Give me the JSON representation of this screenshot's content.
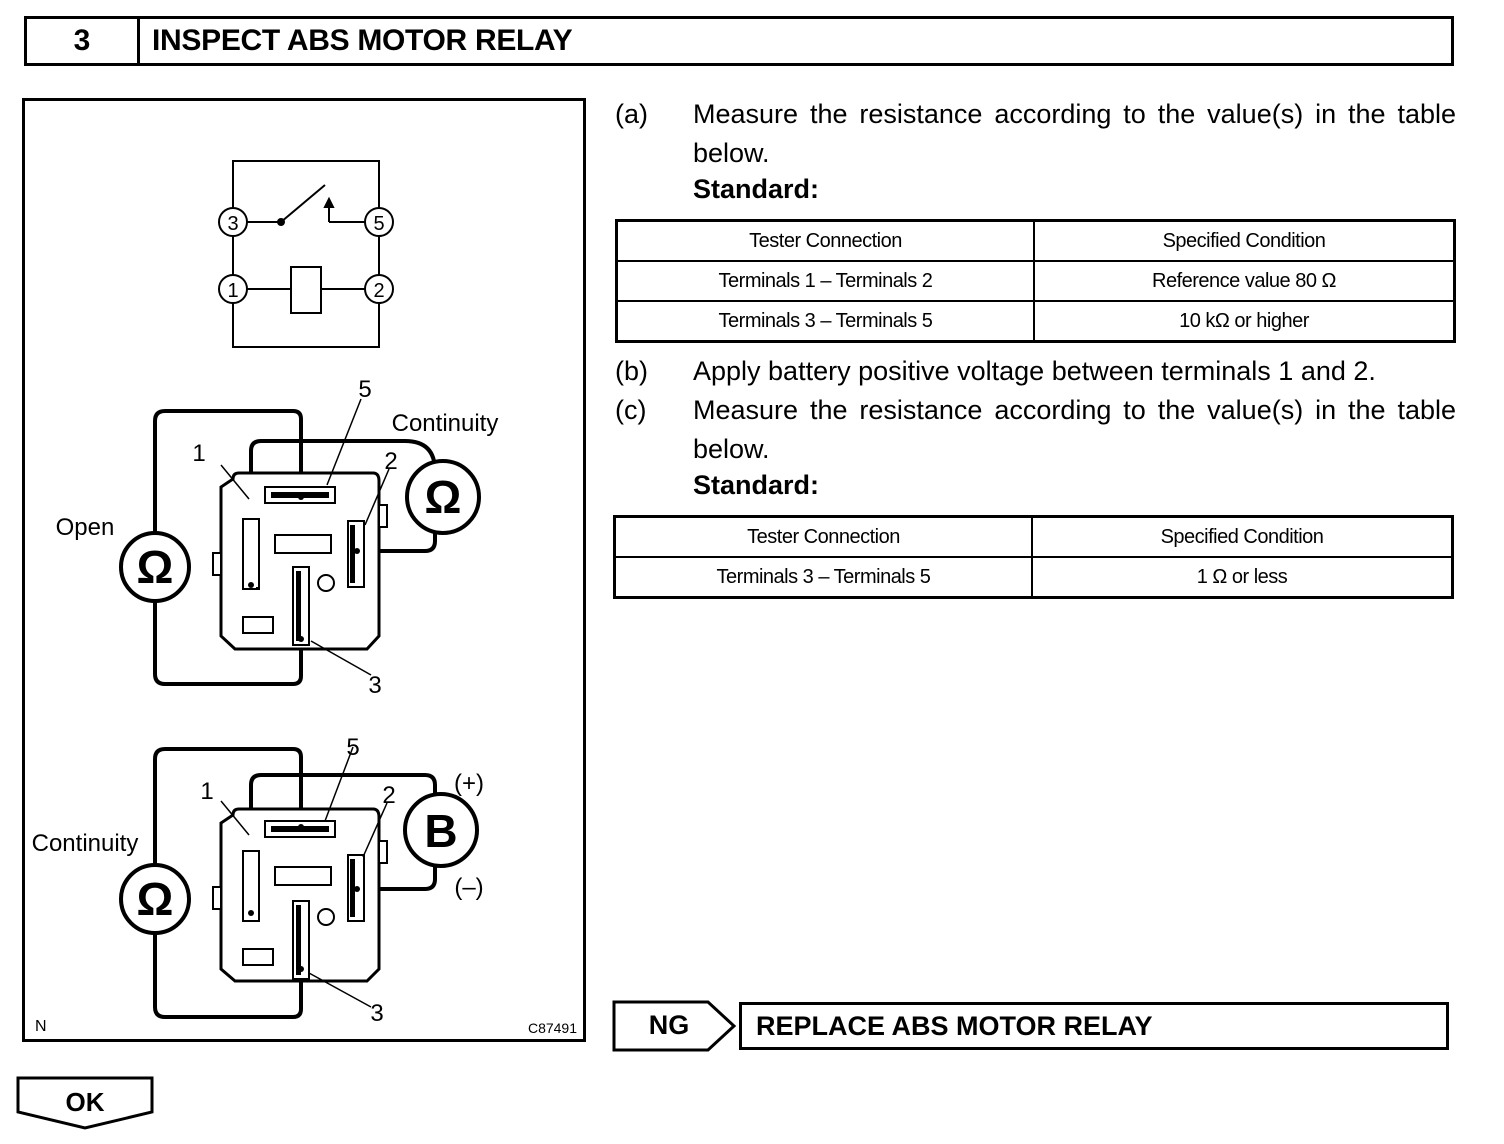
{
  "header": {
    "step_number": "3",
    "title": "INSPECT ABS MOTOR RELAY"
  },
  "figure": {
    "terminals": [
      "1",
      "2",
      "3",
      "5"
    ],
    "label_open": "Open",
    "label_continuity": "Continuity",
    "label_battery": "B",
    "label_plus": "(+)",
    "label_minus": "(–)",
    "ohm_symbol": "Ω",
    "corner_left": "N",
    "corner_right": "C87491"
  },
  "steps": {
    "a": {
      "label": "(a)",
      "text": "Measure the resistance according to the value(s) in the table below."
    },
    "standard_label": "Standard:",
    "table1": {
      "headers": [
        "Tester Connection",
        "Specified Condition"
      ],
      "rows": [
        [
          "Terminals 1 – Terminals 2",
          "Reference value 80 Ω"
        ],
        [
          "Terminals 3 – Terminals 5",
          "10 kΩ or higher"
        ]
      ]
    },
    "b": {
      "label": "(b)",
      "text": "Apply battery positive voltage between terminals 1 and 2."
    },
    "c": {
      "label": "(c)",
      "text": "Measure the resistance according to the value(s) in the table below."
    },
    "table2": {
      "headers": [
        "Tester Connection",
        "Specified Condition"
      ],
      "rows": [
        [
          "Terminals 3 – Terminals 5",
          "1 Ω or less"
        ]
      ]
    }
  },
  "outcomes": {
    "ng_label": "NG",
    "ng_action": "REPLACE ABS MOTOR RELAY",
    "ok_label": "OK"
  }
}
